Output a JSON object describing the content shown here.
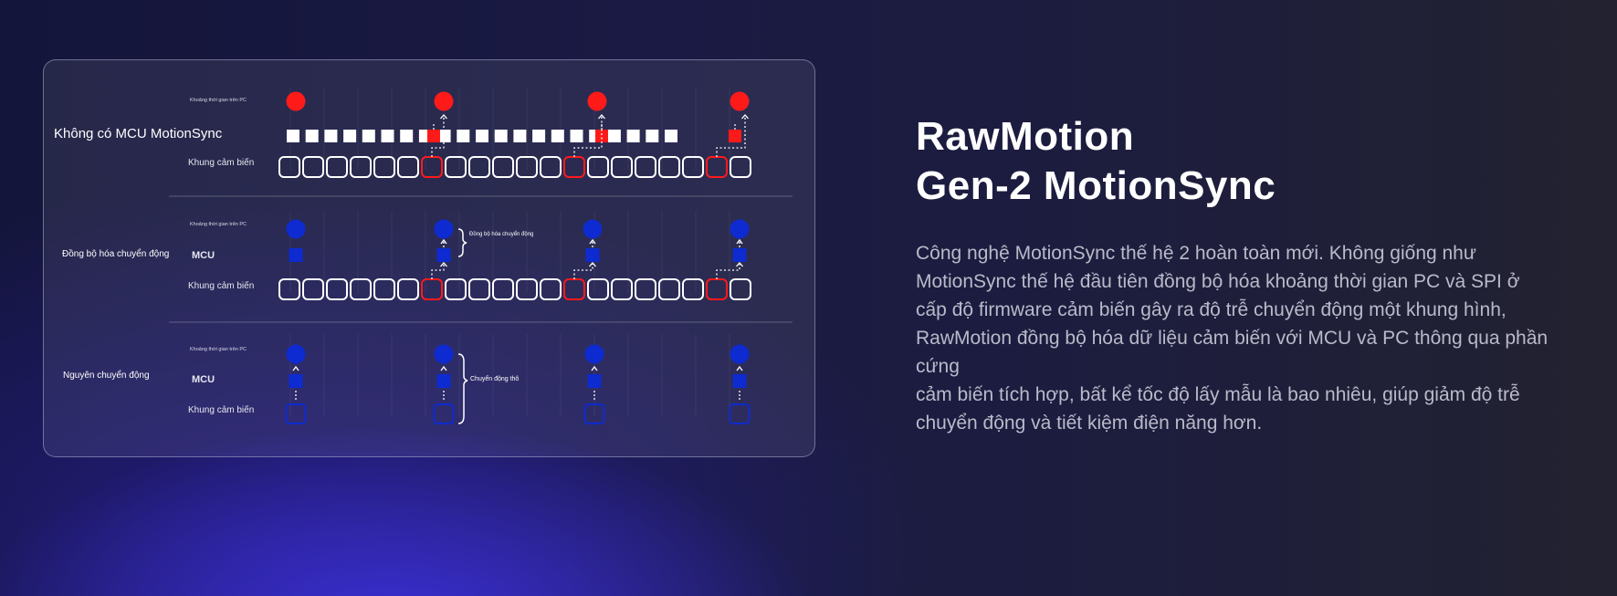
{
  "diagram": {
    "sections": [
      {
        "label": "Không có MCU MotionSync",
        "pc_interval_label": "Khoảng thời gian trên PC",
        "sensor_frame_label": "Khung cảm biến"
      },
      {
        "label": "Đồng bộ hóa chuyển động",
        "pc_interval_label": "Khoảng thời gian trên PC",
        "mcu_label": "MCU",
        "sensor_frame_label": "Khung cảm biến",
        "annotation": "Đồng bộ hóa chuyển động"
      },
      {
        "label": "Nguyên chuyển động",
        "pc_interval_label": "Khoảng thời gian trên PC",
        "mcu_label": "MCU",
        "sensor_frame_label": "Khung cảm biến",
        "annotation": "Chuyển động thô"
      }
    ],
    "colors": {
      "red": "#ff1a1a",
      "blue": "#0d2bd0",
      "white": "#ffffff"
    }
  },
  "heading": {
    "line1": "RawMotion",
    "line2": "Gen-2 MotionSync"
  },
  "description": {
    "lines": [
      "Công nghệ MotionSync thế hệ 2 hoàn toàn mới. Không giống như",
      "MotionSync thế hệ đầu tiên đồng bộ hóa khoảng thời gian PC và SPI ở",
      "cấp độ firmware cảm biến gây ra độ trễ chuyển động một khung hình,",
      "RawMotion đồng bộ hóa dữ liệu cảm biến với MCU và PC thông qua phần cứng",
      "cảm biến tích hợp, bất kể tốc độ lấy mẫu là bao nhiêu, giúp giảm độ trễ",
      "chuyển động và tiết kiệm điện năng hơn."
    ]
  }
}
